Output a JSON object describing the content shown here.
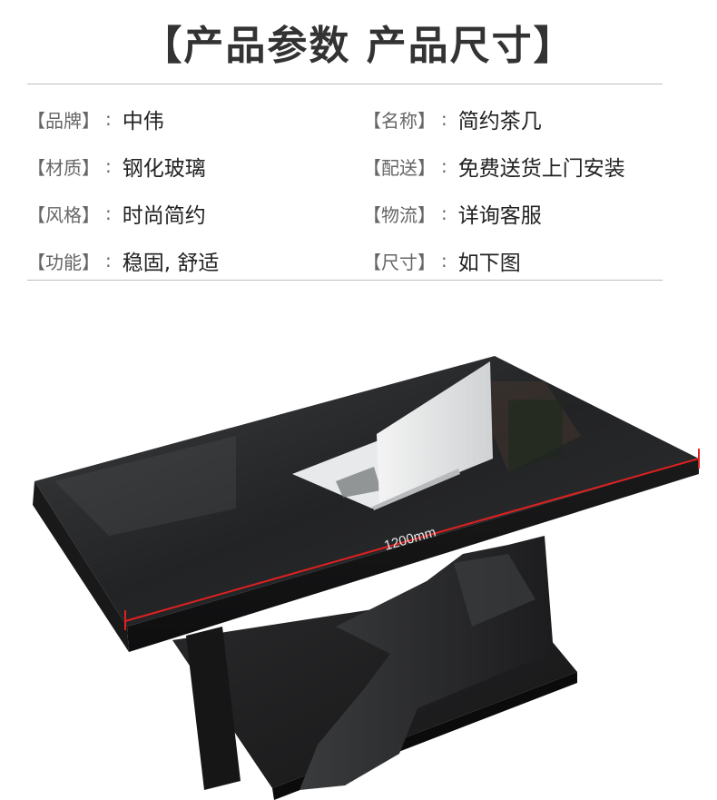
{
  "title": "【产品参数 产品尺寸】",
  "specs": [
    {
      "label": "【品牌】",
      "colon": ":",
      "value": "中伟"
    },
    {
      "label": "【名称】",
      "colon": ":",
      "value": "简约茶几"
    },
    {
      "label": "【材质】",
      "colon": ":",
      "value": "钢化玻璃"
    },
    {
      "label": "【配送】",
      "colon": ":",
      "value": "免费送货上门安装"
    },
    {
      "label": "【风格】",
      "colon": ":",
      "value": "时尚简约"
    },
    {
      "label": "【物流】",
      "colon": ":",
      "value": "详询客服"
    },
    {
      "label": "【功能】",
      "colon": ":",
      "value": "稳固, 舒适"
    },
    {
      "label": "【尺寸】",
      "colon": ":",
      "value": "如下图"
    }
  ],
  "dimension_label": "1200mm",
  "colors": {
    "dimension_line": "#e02020",
    "glass": "#2a2b2d"
  }
}
